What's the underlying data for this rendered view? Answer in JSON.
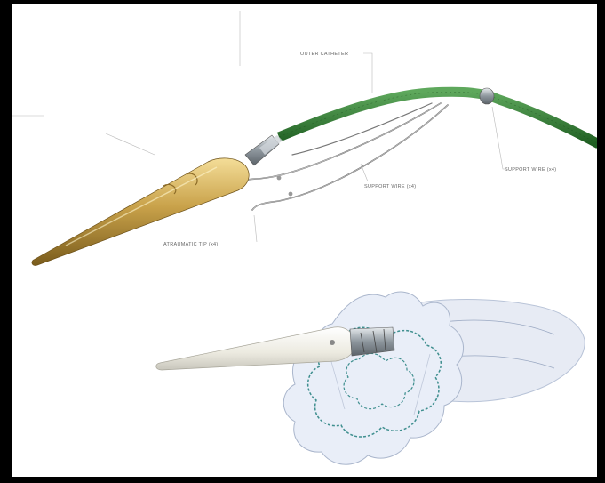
{
  "labels": {
    "outer_catheter": "OUTER CATHETER",
    "support_wire_left": "SUPPORT WIRE (x4)",
    "support_wire_right": "SUPPORT WIRE (x4)",
    "atraumatic_tip": "ATRAUMATIC TIP (x4)"
  },
  "colors": {
    "catheter": "#2f7f32",
    "nose_cone": "#c9a24a",
    "capsule_white": "#f2f0e8",
    "mesh_fabric": "#e3e9f4",
    "mesh_stitch": "#3f8f8f",
    "frame_border": "#000000"
  },
  "icons": {
    "wire_marker": "steel-band",
    "device": "delivery-catheter-with-stent-graft"
  }
}
